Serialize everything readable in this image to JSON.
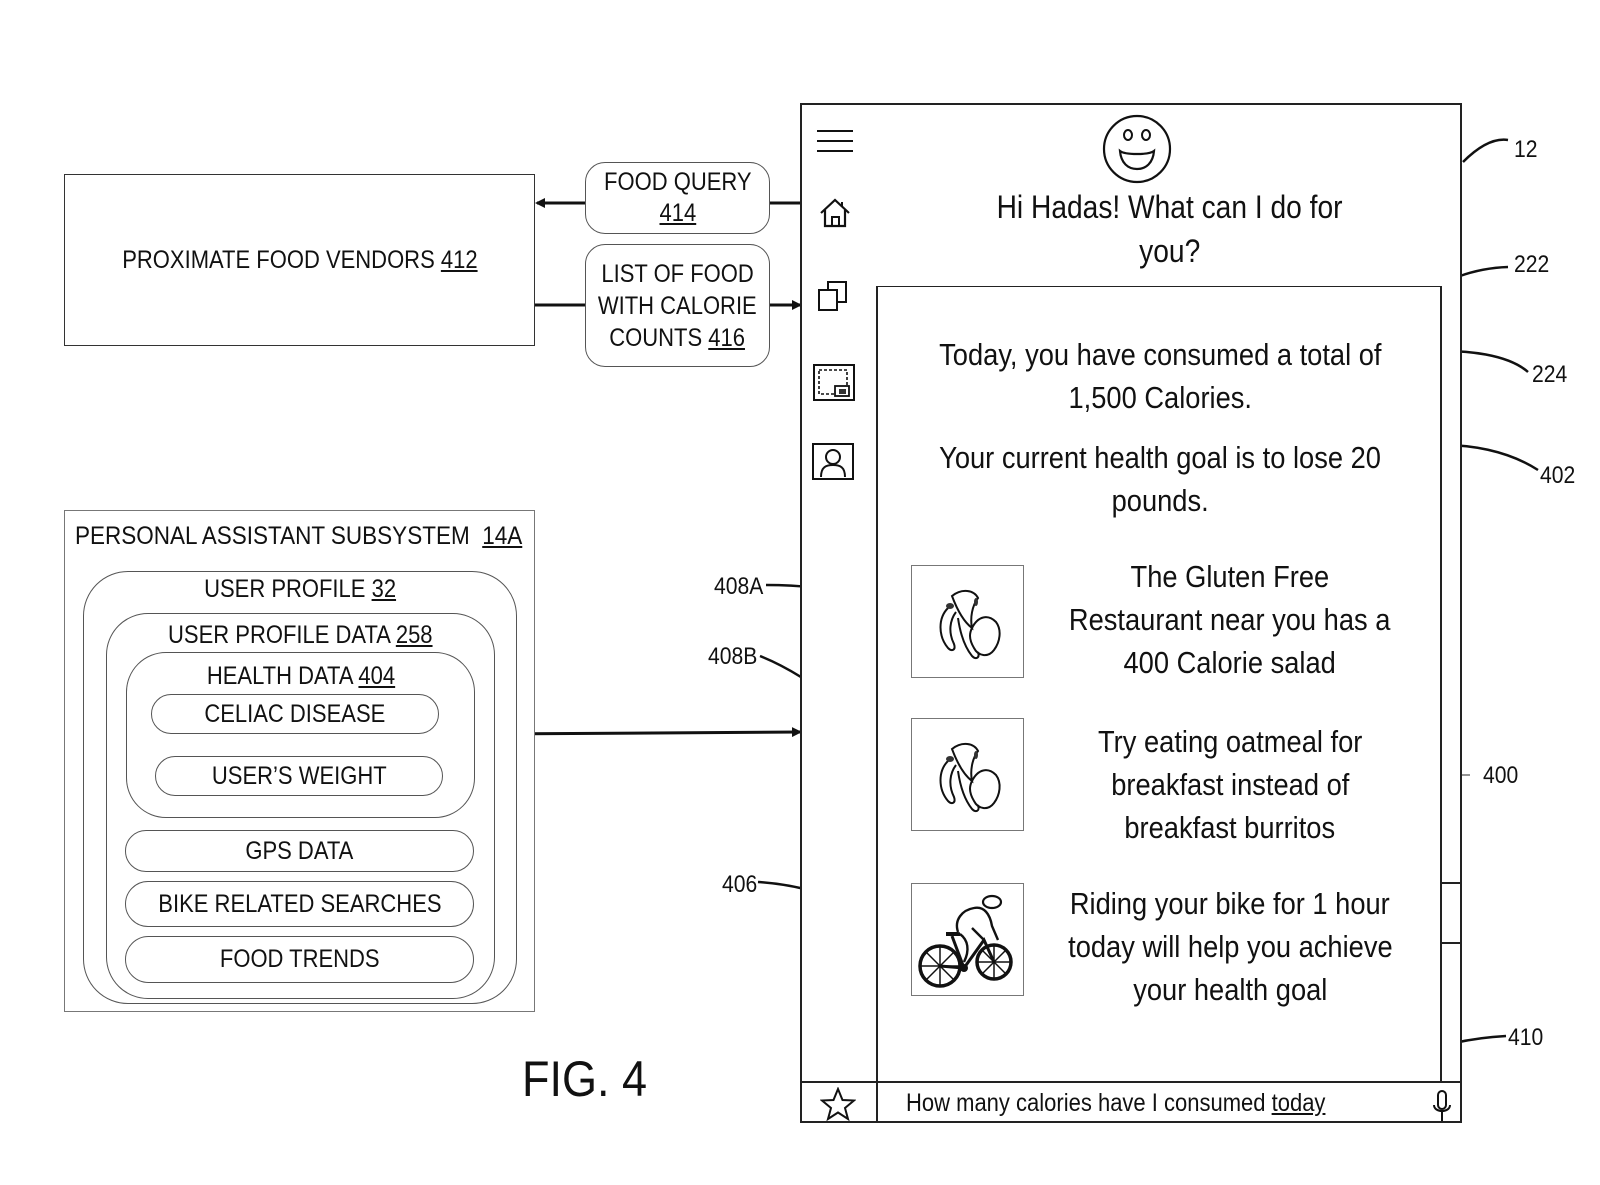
{
  "figure_label": "FIG. 4",
  "vendors": {
    "label": "PROXIMATE FOOD VENDORS",
    "ref": "412"
  },
  "food_query": {
    "label": "FOOD QUERY",
    "ref": "414"
  },
  "food_list": {
    "line1": "LIST OF FOOD",
    "line2": "WITH CALORIE",
    "line3": "COUNTS",
    "ref": "416"
  },
  "subsystem": {
    "label": "PERSONAL ASSISTANT SUBSYSTEM",
    "ref": "14A",
    "user_profile": {
      "label": "USER PROFILE",
      "ref": "32"
    },
    "user_profile_data": {
      "label": "USER PROFILE DATA",
      "ref": "258"
    },
    "health_data": {
      "label": "HEALTH DATA",
      "ref": "404",
      "items": [
        "CELIAC DISEASE",
        "USER’S WEIGHT"
      ]
    },
    "other_items": [
      "GPS DATA",
      "BIKE RELATED SEARCHES",
      "FOOD TRENDS"
    ]
  },
  "device": {
    "ref": "12",
    "greeting_line1": "Hi Hadas!  What can I do for",
    "greeting_line2": "you?",
    "sidebar_icons": [
      "menu-icon",
      "home-icon",
      "copy-icon",
      "screenshot-icon",
      "profile-photo-icon"
    ],
    "panel_ref": "222",
    "calories_line1": "Today, you have consumed a total of",
    "calories_line2": "1,500 Calories.",
    "calories_ref": "224",
    "goal_line1": "Your current health goal is to lose 20",
    "goal_line2": "pounds.",
    "goal_ref": "402",
    "suggestions_ref": "400",
    "suggestions": [
      {
        "ref": "408A",
        "icon": "banana-icon",
        "lines": [
          "The Gluten Free",
          "Restaurant near you has a",
          "400 Calorie salad"
        ]
      },
      {
        "ref": "408B",
        "icon": "banana-icon",
        "lines": [
          "Try eating oatmeal for",
          "breakfast instead of",
          "breakfast burritos"
        ]
      },
      {
        "ref": "406",
        "icon": "cyclist-icon",
        "lines": [
          "Riding your bike for 1 hour",
          "today will help you achieve",
          "your health goal"
        ]
      }
    ],
    "query_text": "How many calories have I consumed ",
    "query_underlined": "today",
    "query_ref": "410"
  }
}
